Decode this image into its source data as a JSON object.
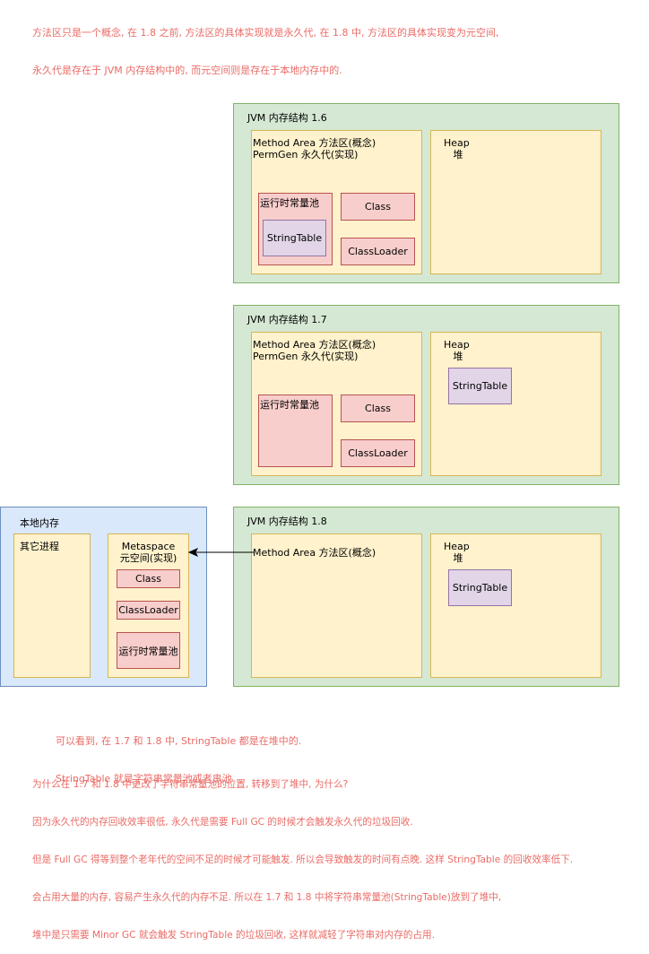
{
  "notes": {
    "top": [
      "方法区只是一个概念, 在 1.8 之前, 方法区的具体实现就是永久代, 在 1.8 中, 方法区的具体实现变为元空间,",
      "永久代是存在于 JVM 内存结构中的, 而元空间则是存在于本地内存中的."
    ],
    "middle": [
      "可以看到, 在 1.7 和 1.8 中, StringTable 都是在堆中的.",
      "StringTable 就是字符串常量池或者串池"
    ],
    "bottom": [
      "为什么在 1.7 和 1.8 中更改了字符串常量池的位置, 转移到了堆中, 为什么?",
      "因为永久代的内存回收效率很低, 永久代是需要 Full GC 的时候才会触发永久代的垃圾回收.",
      "但是 Full GC 得等到整个老年代的空间不足的时候才可能触发. 所以会导致触发的时间有点晚. 这样 StringTable 的回收效率低下.",
      "会占用大量的内存, 容易产生永久代的内存不足. 所以在 1.7 和 1.8 中将字符串常量池(StringTable)放到了堆中,",
      "堆中是只需要 Minor GC 就会触发 StringTable 的垃圾回收, 这样就减轻了字符串对内存的占用."
    ]
  },
  "jvm16": {
    "title": "JVM 内存结构 1.6",
    "method_area": "Method Area 方法区(概念)\nPermGen 永久代(实现)",
    "runtime_pool": "运行时常量池",
    "string_table": "StringTable",
    "class": "Class",
    "class_loader": "ClassLoader",
    "heap": "Heap\n   堆"
  },
  "jvm17": {
    "title": "JVM 内存结构 1.7",
    "method_area": "Method Area 方法区(概念)\nPermGen 永久代(实现)",
    "runtime_pool": "运行时常量池",
    "class": "Class",
    "class_loader": "ClassLoader",
    "heap": "Heap\n   堆",
    "string_table": "StringTable"
  },
  "jvm18": {
    "title": "JVM 内存结构 1.8",
    "method_area": "Method Area 方法区(概念)",
    "heap": "Heap\n   堆",
    "string_table": "StringTable"
  },
  "native": {
    "title": "本地内存",
    "other_process": "其它进程",
    "metaspace": "Metaspace\n元空间(实现)",
    "class": "Class",
    "class_loader": "ClassLoader",
    "runtime_pool": "运行时常量池"
  }
}
